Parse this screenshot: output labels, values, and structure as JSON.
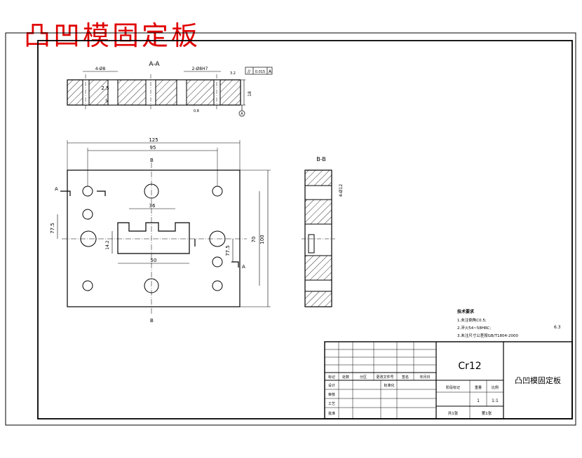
{
  "title": "凸凹模固定板",
  "views": {
    "section_aa_label": "A-A",
    "section_bb_label": "B-B",
    "cut_mark_a": "A",
    "cut_mark_b": "B"
  },
  "dimensions": {
    "overall_width": "125",
    "hole_spacing": "95",
    "overall_height": "100",
    "inner_height": "70",
    "offset_left": "77.5",
    "offset_right": "77.5",
    "slot_width": "36",
    "slot_length": "50",
    "slot_depth": "14.2",
    "hole_callout": "4-Ø8",
    "counterbore": "2.5",
    "counterbore_depth": "5",
    "dowel_callout": "2-Ø8H7",
    "thickness": "18",
    "bb_hole": "4-Ø12"
  },
  "roughness": [
    "3.2",
    "0.8",
    "6.3"
  ],
  "tolerance_frame": {
    "symbol": "//",
    "value": "0.015",
    "datum": "A"
  },
  "datum": "A",
  "notes": {
    "heading": "技术要求",
    "items": [
      "1.未注倒角C0.5;",
      "2.淬火54~58HRC;",
      "3.未注尺寸公差按GB/T1804-2000"
    ]
  },
  "title_block": {
    "material": "Cr12",
    "part_name": "凸凹模固定板",
    "headers": [
      "标记",
      "处数",
      "分区",
      "更改文件号",
      "签名",
      "年月日"
    ],
    "labels": [
      "设计",
      "审核",
      "工艺",
      "批准",
      "标准化"
    ],
    "stage_headers": [
      "阶段标记",
      "重量",
      "比例"
    ],
    "scale": "1:1",
    "quantity": "1",
    "sheets": "共1张",
    "sheet": "第1张"
  }
}
